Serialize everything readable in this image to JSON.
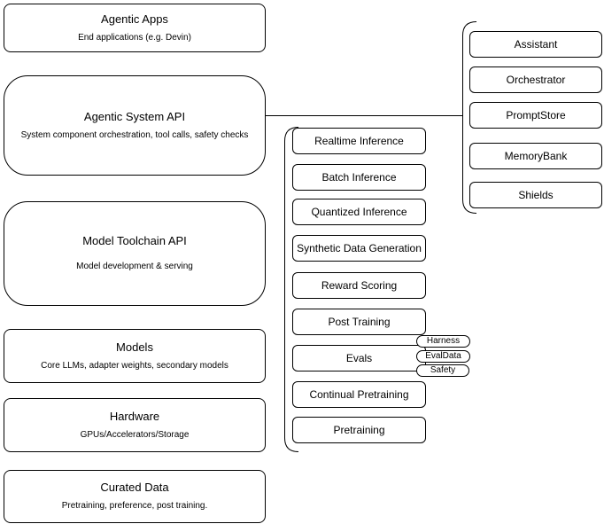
{
  "diagram": {
    "colors": {
      "stroke": "#000000",
      "fill": "#ffffff",
      "text": "#000000"
    },
    "layers": [
      {
        "title": "Agentic Apps",
        "subtitle": "End applications (e.g. Devin)"
      },
      {
        "title": "Agentic System API",
        "subtitle": "System component orchestration, tool calls, safety checks"
      },
      {
        "title": "Model Toolchain API",
        "subtitle": "Model development & serving"
      },
      {
        "title": "Models",
        "subtitle": "Core LLMs, adapter weights, secondary models"
      },
      {
        "title": "Hardware",
        "subtitle": "GPUs/Accelerators/Storage"
      },
      {
        "title": "Curated Data",
        "subtitle": "Pretraining, preference, post training."
      }
    ],
    "toolchain": {
      "items": [
        {
          "label": "Realtime Inference"
        },
        {
          "label": "Batch Inference"
        },
        {
          "label": "Quantized Inference"
        },
        {
          "label": "Synthetic Data Generation"
        },
        {
          "label": "Reward Scoring"
        },
        {
          "label": "Post Training"
        },
        {
          "label": "Evals"
        },
        {
          "label": "Continual Pretraining"
        },
        {
          "label": "Pretraining"
        }
      ],
      "eval_tags": [
        {
          "label": "Harness"
        },
        {
          "label": "EvalData"
        },
        {
          "label": "Safety"
        }
      ]
    },
    "system_components": [
      {
        "label": "Assistant"
      },
      {
        "label": "Orchestrator"
      },
      {
        "label": "PromptStore"
      },
      {
        "label": "MemoryBank"
      },
      {
        "label": "Shields"
      }
    ]
  }
}
